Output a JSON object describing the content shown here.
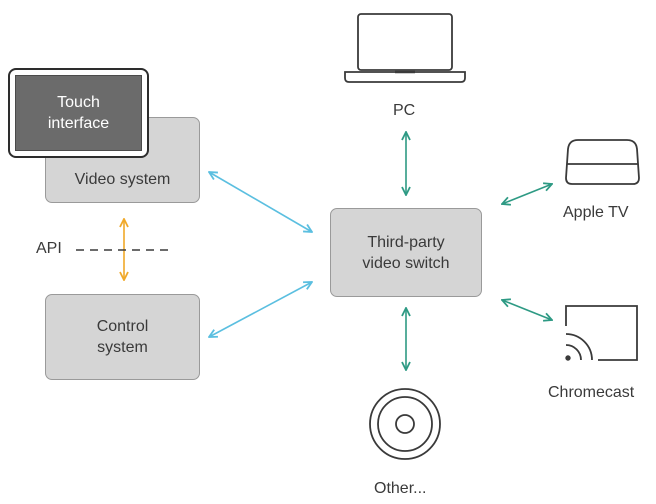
{
  "nodes": {
    "touch_interface": "Touch\ninterface",
    "video_system": "Video system",
    "control_system": "Control\nsystem",
    "switch": "Third-party\nvideo switch",
    "pc": "PC",
    "apple_tv": "Apple TV",
    "chromecast": "Chromecast",
    "other": "Other..."
  },
  "api_label": "API",
  "colors": {
    "blue_arrow": "#5bbfe0",
    "green_arrow": "#2e9a84",
    "orange_arrow": "#f0a92a",
    "box_fill": "#d5d5d5",
    "touch_fill": "#6b6b6b"
  },
  "icons": [
    "laptop-icon",
    "apple-tv-icon",
    "chromecast-icon",
    "disc-icon"
  ]
}
